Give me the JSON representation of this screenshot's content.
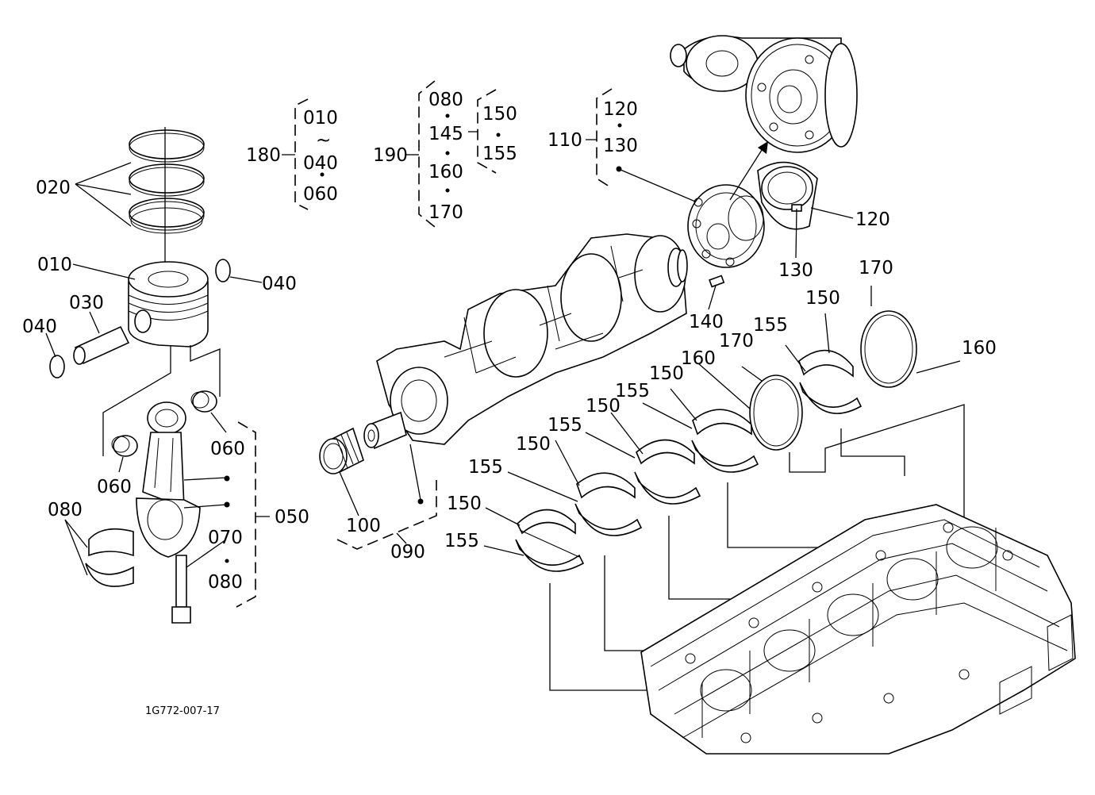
{
  "labels": {
    "l020": "020",
    "l010": "010",
    "l040a": "040",
    "l040b": "040",
    "l030": "030",
    "l060a": "060",
    "l060b": "060",
    "l080a": "080",
    "l050": "050",
    "l070": "070",
    "l080b": "080",
    "l180": "180",
    "g180a": "010",
    "g180b": "~",
    "g180c": "040",
    "g180d": "060",
    "l190": "190",
    "g190a": "080",
    "g190b": "145",
    "g190c": "160",
    "g190d": "170",
    "g190e": "150",
    "g190f": "155",
    "l110": "110",
    "g110a": "120",
    "g110b": "130",
    "l120": "120",
    "l130": "130",
    "l140": "140",
    "l100": "100",
    "l090": "090",
    "b150a": "150",
    "b155a": "155",
    "b150b": "150",
    "b155b": "155",
    "b150c": "150",
    "b155c": "155",
    "b150d": "150",
    "b155d": "155",
    "b160a": "160",
    "b170a": "170",
    "b155e": "155",
    "b150e": "150",
    "b170b": "170",
    "b160b": "160"
  },
  "reference": "1G772-007-17"
}
